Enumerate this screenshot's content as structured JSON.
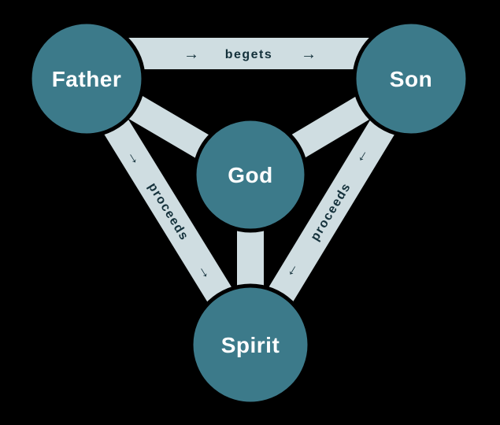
{
  "diagram": {
    "nodes": {
      "father": {
        "label": "Father"
      },
      "son": {
        "label": "Son"
      },
      "god": {
        "label": "God"
      },
      "spirit": {
        "label": "Spirit"
      }
    },
    "edges": {
      "father_son": {
        "label": "begets",
        "arrow": "→"
      },
      "father_spirit": {
        "label": "proceeds",
        "arrow": "→"
      },
      "son_spirit": {
        "label": "proceeds",
        "arrow": "→"
      }
    },
    "colors": {
      "background": "#000000",
      "node_fill": "#3c7a8a",
      "node_outline": "#000000",
      "node_text": "#ffffff",
      "band_fill": "#cfdde1",
      "band_text": "#14313b"
    }
  }
}
